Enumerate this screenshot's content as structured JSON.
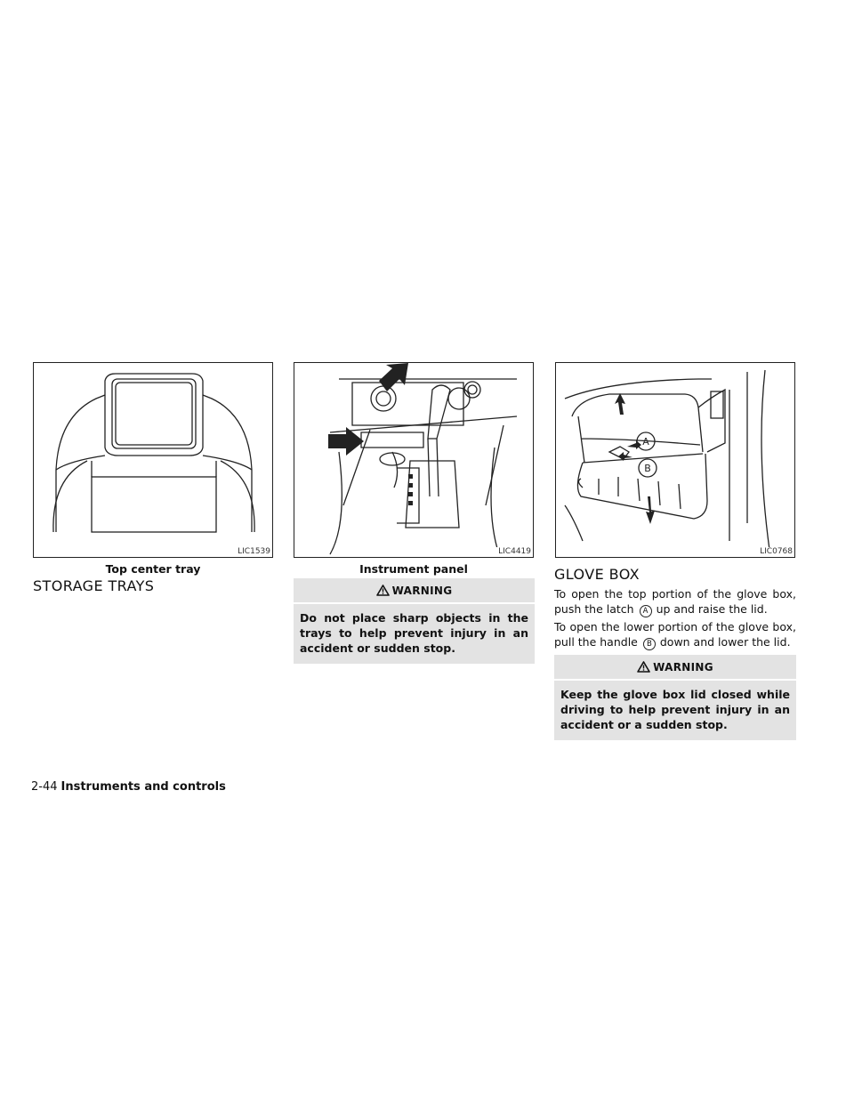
{
  "figures": [
    {
      "code": "LIC1539",
      "caption": "Top center tray"
    },
    {
      "code": "LIC4419",
      "caption": "Instrument panel"
    },
    {
      "code": "LIC0768",
      "caption": ""
    }
  ],
  "callouts": {
    "a": "A",
    "b": "B"
  },
  "storage_trays": {
    "title": "STORAGE TRAYS",
    "warning_label": "WARNING",
    "warning_text": "Do not place sharp objects in the trays to help prevent injury in an accident or sudden stop."
  },
  "glove_box": {
    "title": "GLOVE BOX",
    "para1_before": "To open the top portion of the glove box, push the latch",
    "para1_after": "up and raise the lid.",
    "para2_before": "To open the lower portion of the glove box, pull the handle",
    "para2_after": "down and lower the lid.",
    "warning_label": "WARNING",
    "warning_text": "Keep the glove box lid closed while driving to help prevent injury in an accident or a sudden stop."
  },
  "footer": {
    "page": "2-44",
    "section": "Instruments and controls"
  }
}
